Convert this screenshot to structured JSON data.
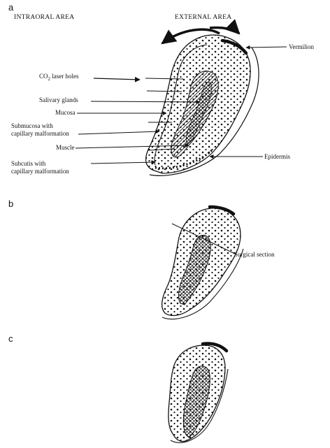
{
  "panels": {
    "a": "a",
    "b": "b",
    "c": "c"
  },
  "headers": {
    "intraoral": "INTRAORAL AREA",
    "external": "EXTERNAL AREA"
  },
  "labels": {
    "vermilion": "Vermilion",
    "co2_main": "CO",
    "co2_sub": "2",
    "co2_rest": " laser holes",
    "salivary": "Salivary glands",
    "mucosa": "Mucosa",
    "submucosa_1": "Submucosa with",
    "submucosa_2": "capillary malformation",
    "muscle": "Muscle",
    "subcutis_1": "Subcutis with",
    "subcutis_2": "capillary malformation",
    "epidermis": "Epidermis",
    "surgical": "Surgical section"
  },
  "colors": {
    "ink": "#111111",
    "paper": "#ffffff"
  }
}
